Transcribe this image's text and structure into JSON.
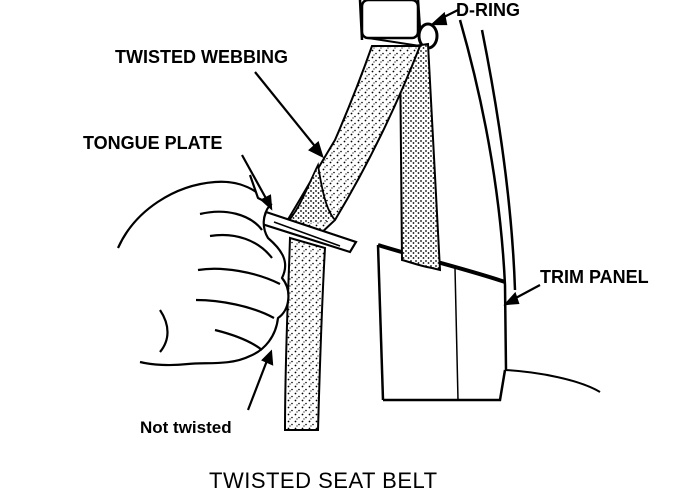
{
  "diagram": {
    "labels": {
      "d_ring": "D-RING",
      "twisted_webbing": "TWISTED WEBBING",
      "tongue_plate": "TONGUE PLATE",
      "trim_panel": "TRIM PANEL",
      "not_twisted": "Not twisted"
    },
    "caption": "TWISTED SEAT BELT"
  }
}
